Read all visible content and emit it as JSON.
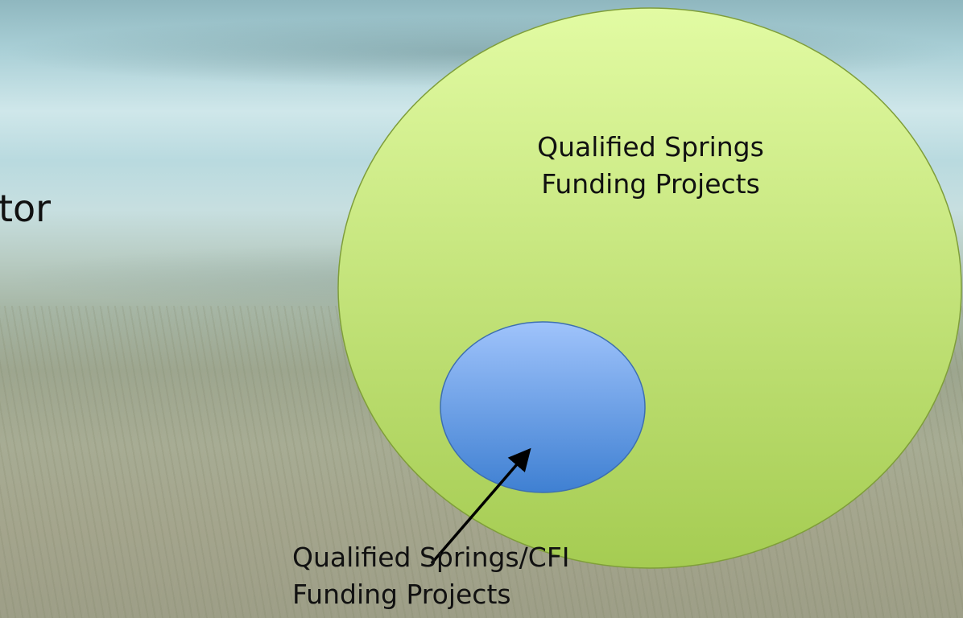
{
  "slide": {
    "partial_text": "tor"
  },
  "diagram": {
    "outer_circle": {
      "label_line1": "Qualified Springs",
      "label_line2": "Funding Projects",
      "fill_top": "#e2fba3",
      "fill_bottom": "#a5cc52",
      "stroke": "#7f9e3a"
    },
    "inner_circle": {
      "label_line1": "Qualified Springs/CFI",
      "label_line2": "Funding Projects",
      "fill_top": "#9fc3fb",
      "fill_bottom": "#3f80d2",
      "stroke": "#3d6fb0"
    },
    "arrow_color": "#000000"
  }
}
